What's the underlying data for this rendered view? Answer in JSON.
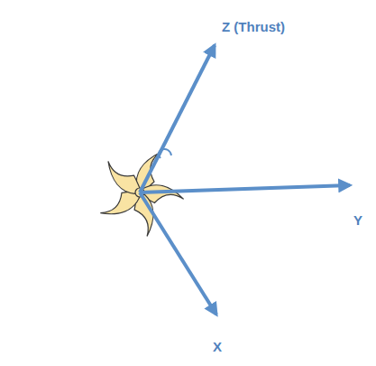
{
  "diagram": {
    "labels": [
      "Z (Thrust)",
      "Y",
      "X"
    ]
  }
}
